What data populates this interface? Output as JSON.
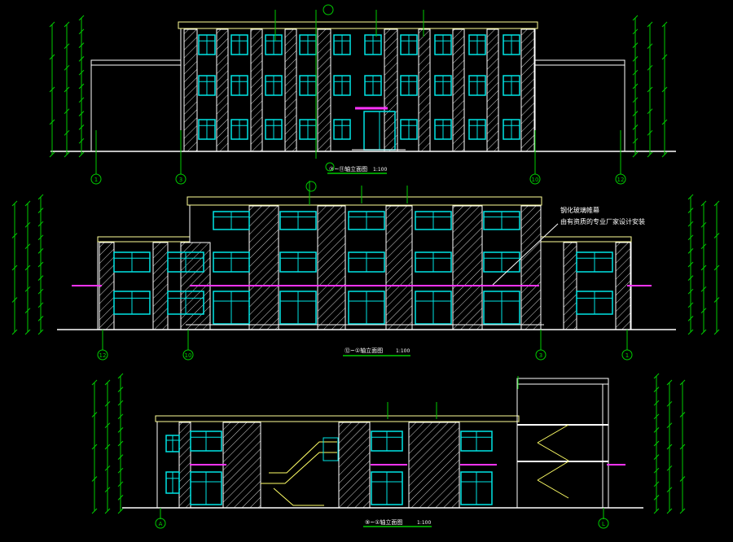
{
  "drawing": {
    "colors": {
      "background": "#000000",
      "wall": "#ffffff",
      "window": "#00e5e5",
      "band": "#ff33ff",
      "grid": "#00cc00",
      "roof": "#ffff99",
      "stair": "#ffff66"
    },
    "elevations": [
      {
        "title": "③~⑪轴立面图",
        "scale": "1:100",
        "axis_left": "1",
        "axis_mid_left": "3",
        "axis_mid_right": "10",
        "axis_right": "12"
      },
      {
        "title": "⑫~①轴立面图",
        "scale": "1:100",
        "axis_left": "12",
        "axis_mid_left": "10",
        "axis_mid_right": "3",
        "axis_right": "1"
      },
      {
        "title": "⑨~①轴立面图",
        "scale": "1:100",
        "axis_left": "A",
        "axis_right": "L"
      }
    ],
    "annotations": {
      "glass_curtain": "钢化玻璃帷幕",
      "manufacturer_note": "由有资质的专业厂家设计安装"
    }
  }
}
